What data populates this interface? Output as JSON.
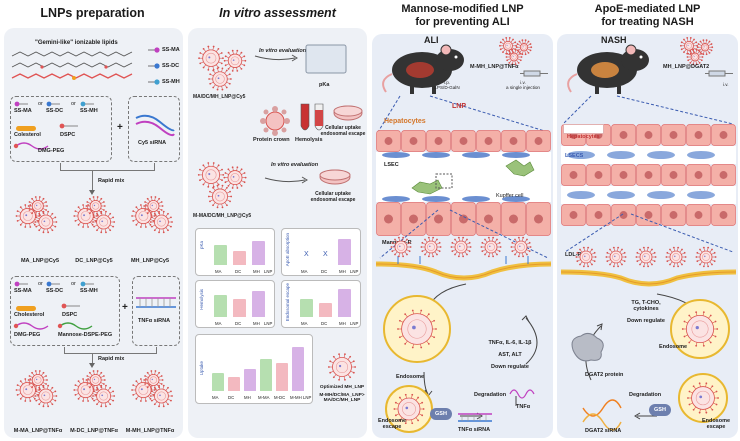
{
  "panels": {
    "p1": {
      "title": "LNPs preparation",
      "lipid_header": "\"Gemini-like\" ionizable lipids",
      "lipids": [
        "SS-MA",
        "SS-DC",
        "SS-MH"
      ],
      "box1": {
        "ss_ma": "SS-MA",
        "or1": "or",
        "ss_dc": "SS-DC",
        "or2": "or",
        "ss_mh": "SS-MH",
        "cholesterol": "Colesterol",
        "dspc": "DSPC",
        "dmg": "DMG-PEG"
      },
      "cargo1": "Cy5 siRNA",
      "plus": "+",
      "rapid1": "Rapid mix",
      "products1": [
        "MA_LNP@Cy5",
        "DC_LNP@Cy5",
        "MH_LNP@Cy5"
      ],
      "box2": {
        "ss_ma": "SS-MA",
        "or1": "or",
        "ss_dc": "SS-DC",
        "or2": "or",
        "ss_mh": "SS-MH",
        "cholesterol": "Cholesterol",
        "dspc": "DSPC",
        "dmg": "DMG-PEG",
        "mannose": "Mannose-DSPE-PEG"
      },
      "cargo2": "TNFα siRNA",
      "rapid2": "Rapid mix",
      "products2": [
        "M-MA_LNP@TNFα",
        "M-DC_LNP@TNFα",
        "M-MH_LNP@TNFα"
      ]
    },
    "p2": {
      "title": "In vitro assessment",
      "eval1": "In vitro evaluation",
      "pka": "pKa",
      "group1": "MA/DC/MH_LNP@Cy5",
      "protein_crown": "Protein crown",
      "hemolysis": "Hemolysis",
      "uptake1": "Cellular uptake\nendosomal escape",
      "eval2": "In vitro evaluation",
      "group2": "M-MA/DC/MH_LNP@Cy5",
      "uptake2": "Cellular uptake\nendosomal escape",
      "charts": {
        "pka": {
          "ylabel": "pKa",
          "x": [
            "MA",
            "DC",
            "MH"
          ],
          "xs": "LNP"
        },
        "apoe": {
          "ylabel": "ApoE absorption",
          "x": [
            "MA",
            "DC",
            "MH"
          ],
          "xs": "LNP",
          "marks": [
            "X",
            "X"
          ]
        },
        "hemo": {
          "ylabel": "Hemolysis",
          "x": [
            "MA",
            "DC",
            "MH"
          ],
          "xs": "LNP"
        },
        "endo": {
          "ylabel": "Endosomal escape",
          "x": [
            "MA",
            "DC",
            "MH"
          ],
          "xs": "LNP"
        },
        "uptake": {
          "ylabel": "Uptake",
          "x": [
            "MA",
            "DC",
            "MH",
            "M-MA",
            "M-DC",
            "M-MH"
          ],
          "xs": "LNP"
        }
      },
      "optimized": "Optimized MH_LNP",
      "comparison": "M-MH/DC/MA_LNP>\nMA/DC/MH_LNP"
    },
    "p3": {
      "title": "Mannose-modified LNP\nfor preventing ALI",
      "disease": "ALI",
      "drug": "M-MH_LNP@TNFα",
      "route_ip": "i.p.\nLPS/D-GalN",
      "route_iv": "i.v.\na single injection",
      "lnp": "LNP",
      "hepatocytes": "Hepatocytes",
      "lsec": "LSEC",
      "kupffer": "Kupffer cell",
      "receptor": "Mannose-R",
      "cytokines": "TNFα, IL-6, IL-1β",
      "enzymes": "AST, ALT",
      "down": "Down regulate",
      "endosome": "Endosome",
      "escape": "Endosome\nescape",
      "gsh": "GSH",
      "degradation": "Degradation",
      "tnf": "TNFα",
      "sirna": "TNFα siRNA"
    },
    "p4": {
      "title": "ApoE-mediated LNP\nfor treating NASH",
      "disease": "NASH",
      "drug": "MH_LNP@DGAT2",
      "route_iv": "i.v.",
      "hepatocytes": "Hepatocytes",
      "lsecs": "LSECS",
      "receptor": "LDL-R",
      "lipids": "TG, T-CHO,\ncytokines",
      "down": "Down regulate",
      "endosome": "Endosome",
      "protein": "DGAT2 protein",
      "degradation": "Degradation",
      "gsh": "GSH",
      "escape": "Endosome\nescape",
      "sirna": "DGAT2 siRNA"
    }
  },
  "colors": {
    "panel1_bg": "#eef1f6",
    "panel2_bg": "#eef1f6",
    "panel3_bg": "#e8edf6",
    "panel4_bg": "#e8edf6",
    "lnp_red": "#d9534f",
    "lnp_pink": "#f4c2c2",
    "bar_green": "#b6dfb0",
    "bar_pink": "#f3b9c0",
    "bar_purple": "#d7b2e6",
    "blue_link": "#3a5bb0"
  }
}
